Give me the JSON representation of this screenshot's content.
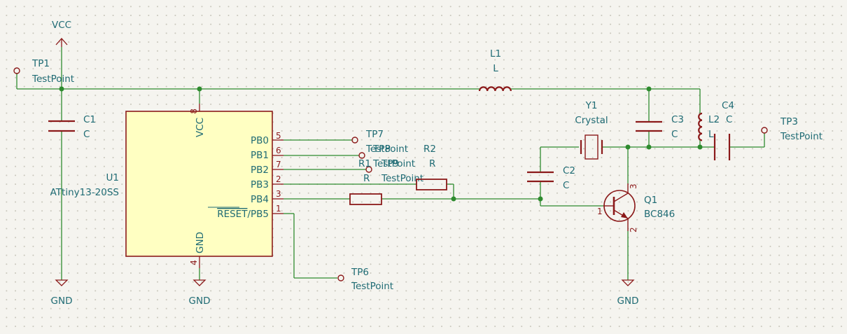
{
  "power": {
    "vcc": "VCC",
    "gnd": "GND"
  },
  "components": {
    "tp1": {
      "ref": "TP1",
      "value": "TestPoint"
    },
    "tp3": {
      "ref": "TP3",
      "value": "TestPoint"
    },
    "tp6": {
      "ref": "TP6",
      "value": "TestPoint"
    },
    "tp7": {
      "ref": "TP7",
      "value": "TestPoint"
    },
    "tp8": {
      "ref": "TP8",
      "value": "TestPoint"
    },
    "tp9": {
      "ref": "TP9",
      "value": "TestPoint"
    },
    "c1": {
      "ref": "C1",
      "value": "C"
    },
    "c2": {
      "ref": "C2",
      "value": "C"
    },
    "c3": {
      "ref": "C3",
      "value": "C"
    },
    "c4": {
      "ref": "C4",
      "value": "C"
    },
    "l1": {
      "ref": "L1",
      "value": "L"
    },
    "l2": {
      "ref": "L2",
      "value": "L"
    },
    "r1": {
      "ref": "R1",
      "value": "R"
    },
    "r2": {
      "ref": "R2",
      "value": "R"
    },
    "y1": {
      "ref": "Y1",
      "value": "Crystal"
    },
    "q1": {
      "ref": "Q1",
      "value": "BC846",
      "pins": [
        "1",
        "2",
        "3"
      ]
    },
    "u1": {
      "ref": "U1",
      "value": "ATtiny13-20SS"
    }
  },
  "u1_pins": {
    "vcc": {
      "num": "8",
      "name": "VCC"
    },
    "gnd": {
      "num": "4",
      "name": "GND"
    },
    "pb0": {
      "num": "5",
      "name": "PB0"
    },
    "pb1": {
      "num": "6",
      "name": "PB1"
    },
    "pb2": {
      "num": "7",
      "name": "PB2"
    },
    "pb3": {
      "num": "2",
      "name": "PB3"
    },
    "pb4": {
      "num": "3",
      "name": "PB4"
    },
    "pb5": {
      "num": "1",
      "name_overbar": "RESET",
      "name_rest": "/PB5"
    }
  },
  "colors": {
    "wire": "#2e8b2e",
    "symbol": "#8b1a1a",
    "text": "#1f6b74",
    "chip_fill": "#ffffc2",
    "background": "#f5f4ef"
  }
}
